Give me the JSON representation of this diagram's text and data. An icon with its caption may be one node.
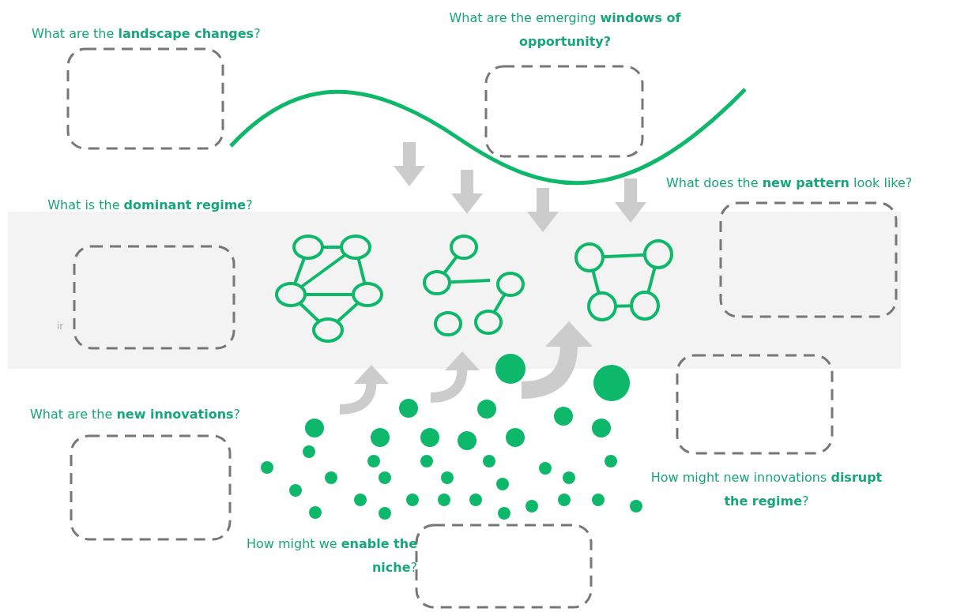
{
  "diagram": {
    "nodes": [
      {
        "text": [
          "What are the **landscape changes**?"
        ]
      },
      {
        "text": [
          "What are the emerging **windows of opportunity?**"
        ]
      },
      {
        "text": [
          "What does the **new pattern** look like?"
        ]
      },
      {
        "text": [
          "What is the **dominant regime**?"
        ]
      },
      {
        "text": [
          "What are the **new innovations**?"
        ]
      },
      {
        "text": [
          "How might new innovations **disrupt the regime**?"
        ]
      },
      {
        "text": [
          "How might we **enable the niche**?"
        ]
      }
    ],
    "edges": [],
    "labels": [
      "ir"
    ]
  }
}
